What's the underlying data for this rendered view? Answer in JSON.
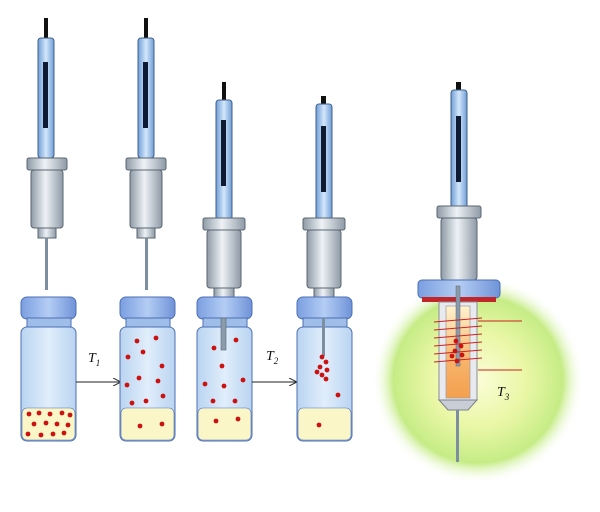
{
  "labels": {
    "t1": "T",
    "t1_sub": "1",
    "t2": "T",
    "t2_sub": "2",
    "t3": "T",
    "t3_sub": "3"
  },
  "colors": {
    "vial_liquid": "#cfe3f7",
    "vial_cap": "#8fb2e8",
    "sample": "#fbf6c8",
    "particle": "#cc1111",
    "syringe_barrel": "#c8d2dc",
    "plunger_rod": "#9cc3ee",
    "needle": "#7d8ea0",
    "glow_inner": "#f4fba8",
    "glow_outer": "#b8e66a",
    "heater_coil": "#cc2222",
    "heater_plate": "#c0262a"
  },
  "icons": {
    "arrow": "right-arrow-icon"
  }
}
